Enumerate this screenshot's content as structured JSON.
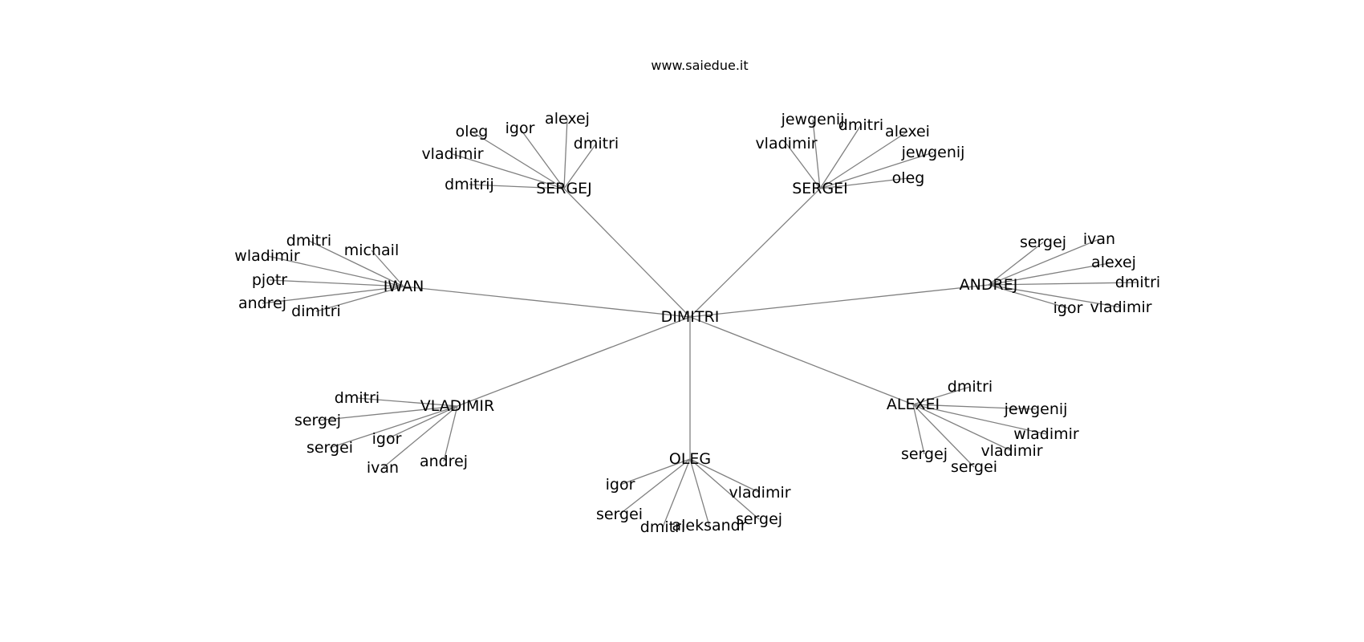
{
  "title": "www.saiedue.it",
  "graph": {
    "root": "DIMITRI",
    "groups": [
      {
        "name": "SERGEJ",
        "children": [
          "oleg",
          "igor",
          "alexej",
          "dmitri",
          "vladimir",
          "dmitrij"
        ]
      },
      {
        "name": "SERGEI",
        "children": [
          "jewgenij",
          "dmitri",
          "alexei",
          "vladimir",
          "jewgenij",
          "oleg"
        ]
      },
      {
        "name": "IWAN",
        "children": [
          "dmitri",
          "michail",
          "wladimir",
          "pjotr",
          "andrej",
          "dimitri"
        ]
      },
      {
        "name": "ANDREJ",
        "children": [
          "sergej",
          "ivan",
          "alexej",
          "dmitri",
          "igor",
          "vladimir"
        ]
      },
      {
        "name": "VLADIMIR",
        "children": [
          "dmitri",
          "sergej",
          "igor",
          "sergei",
          "ivan",
          "andrej"
        ]
      },
      {
        "name": "ALEXEI",
        "children": [
          "dmitri",
          "jewgenij",
          "wladimir",
          "vladimir",
          "sergej",
          "sergei"
        ]
      },
      {
        "name": "OLEG",
        "children": [
          "igor",
          "sergei",
          "dmitri",
          "aleksandr",
          "sergej",
          "vladimir"
        ]
      }
    ]
  }
}
